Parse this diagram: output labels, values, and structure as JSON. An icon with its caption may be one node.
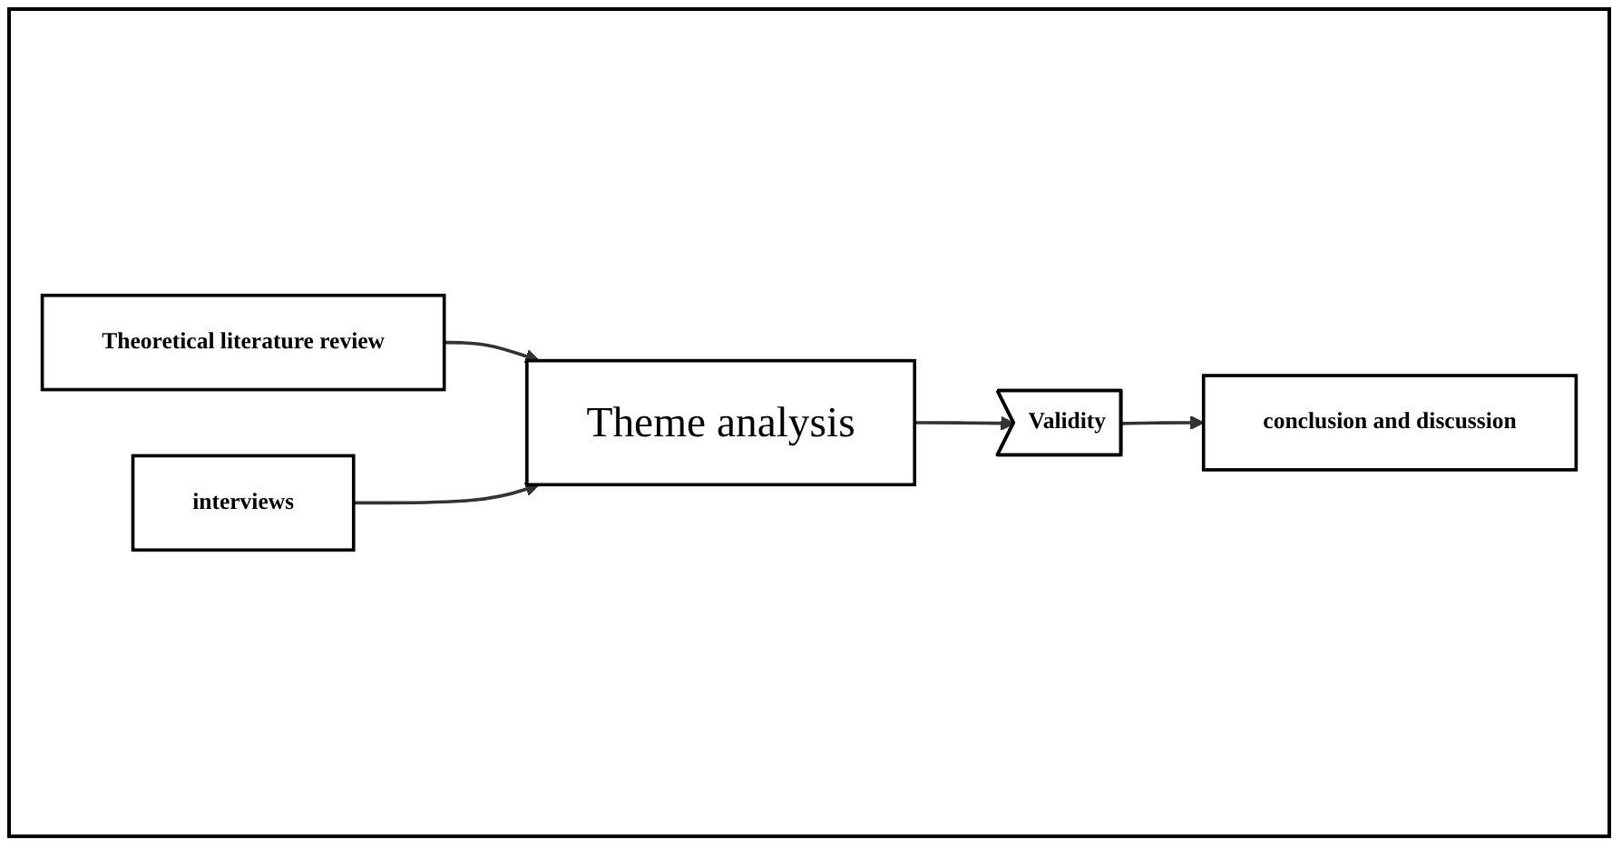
{
  "diagram": {
    "nodes": [
      {
        "text": [
          "Theoretical literature review"
        ]
      },
      {
        "text": [
          "interviews"
        ]
      },
      {
        "text": [
          "Theme analysis"
        ]
      },
      {
        "text": [
          "Validity"
        ]
      },
      {
        "text": [
          "conclusion and discussion"
        ]
      }
    ],
    "edges": [
      {
        "from": 0,
        "to": 2,
        "arrow": "to"
      },
      {
        "from": 1,
        "to": 2,
        "arrow": "to"
      },
      {
        "from": 2,
        "to": 3,
        "arrow": "to"
      },
      {
        "from": 3,
        "to": 4,
        "arrow": "to"
      }
    ]
  }
}
